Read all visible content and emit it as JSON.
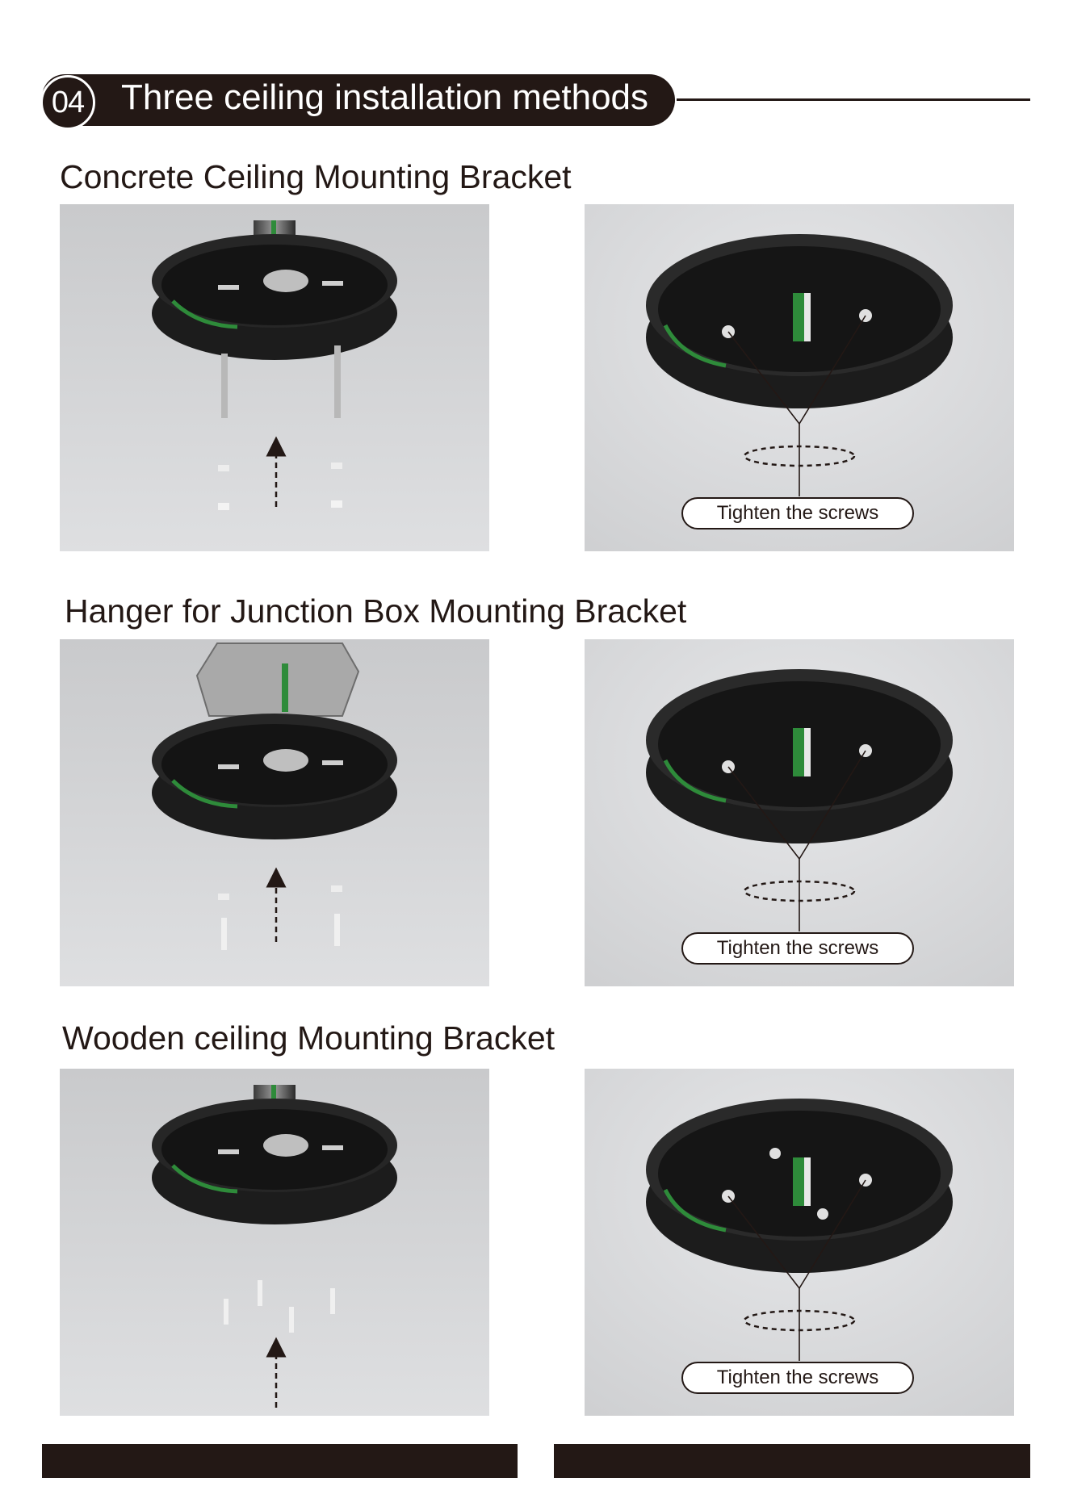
{
  "header": {
    "step_number": "04",
    "title": "Three ceiling installation methods"
  },
  "sections": [
    {
      "title": "Concrete Ceiling Mounting Bracket",
      "callout": "Tighten the screws"
    },
    {
      "title": "Hanger for Junction Box Mounting Bracket",
      "callout": "Tighten the screws"
    },
    {
      "title": "Wooden ceiling Mounting Bracket",
      "callout": "Tighten the screws"
    }
  ],
  "colors": {
    "ink": "#231815",
    "ceiling_gray": "#d8d9db",
    "bracket_black": "#1c1c1c",
    "wire_green": "#2e8b3a"
  }
}
